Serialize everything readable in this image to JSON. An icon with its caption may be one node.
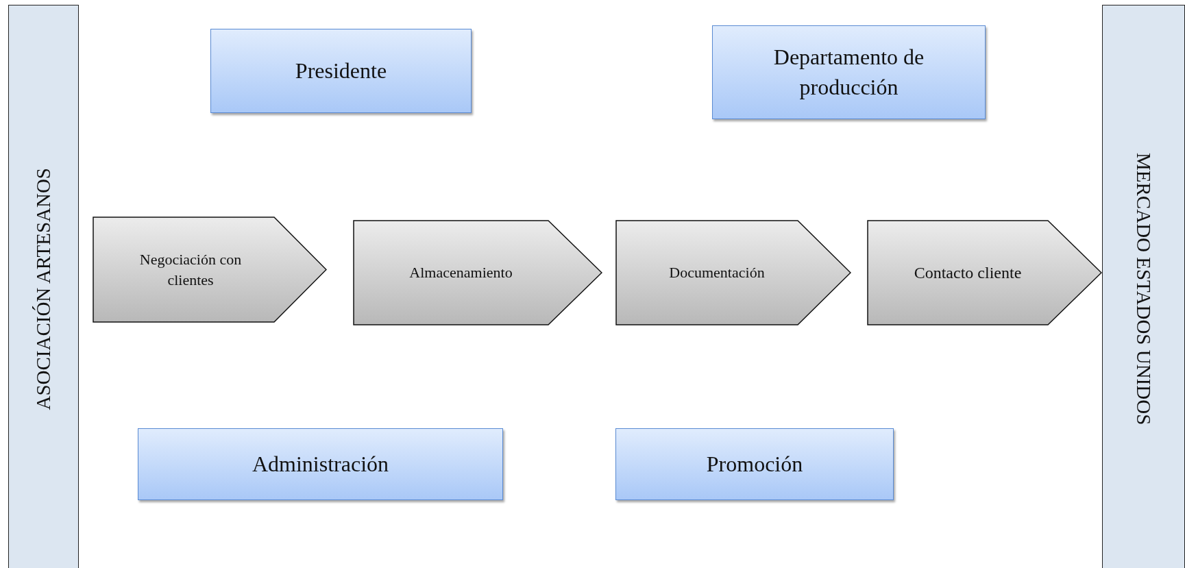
{
  "diagram": {
    "nodes": [
      {
        "text": [
          "ASOCIACIÓN ARTESANOS"
        ]
      },
      {
        "text": [
          "Presidente"
        ]
      },
      {
        "text": [
          "Departamento de producción"
        ]
      },
      {
        "text": [
          "Negociación con clientes"
        ]
      },
      {
        "text": [
          "Almacenamiento"
        ]
      },
      {
        "text": [
          "Documentación"
        ]
      },
      {
        "text": [
          "Contacto cliente"
        ]
      },
      {
        "text": [
          "Administración"
        ]
      },
      {
        "text": [
          "Promoción"
        ]
      },
      {
        "text": [
          "MERCADO ESTADOS UNIDOS"
        ]
      }
    ]
  }
}
